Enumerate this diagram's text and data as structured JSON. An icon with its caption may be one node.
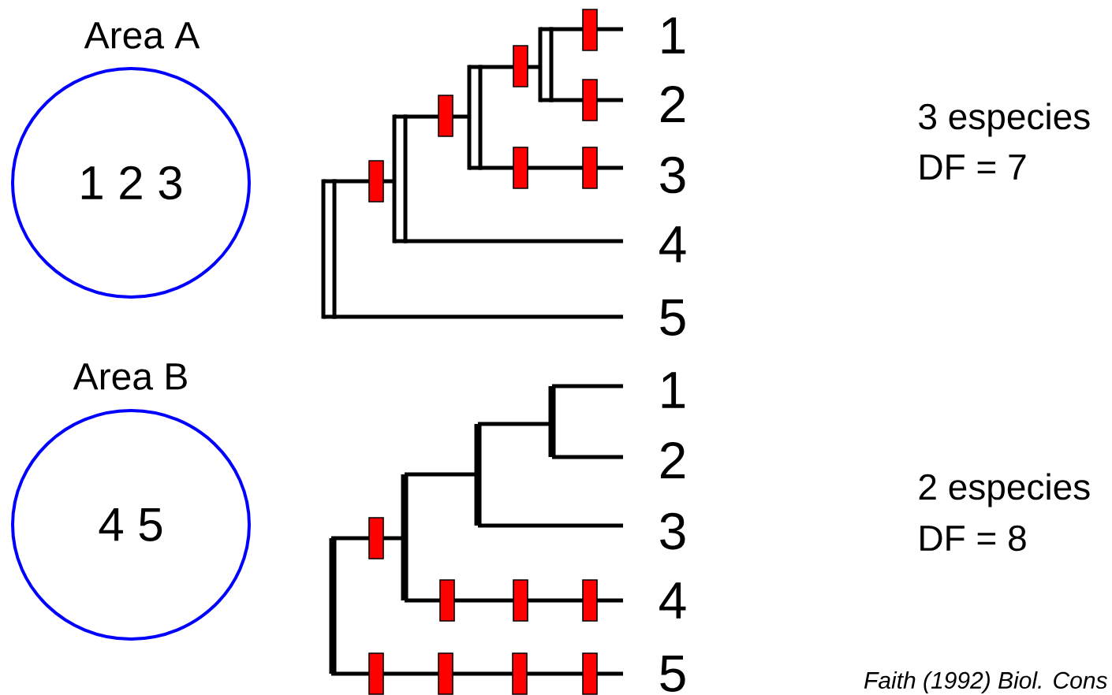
{
  "diagram": {
    "nodes": [
      {
        "text": [
          "Area A",
          "1 2 3"
        ]
      },
      {
        "text": [
          "Area B",
          "4 5"
        ]
      }
    ],
    "labels": [
      "1",
      "2",
      "3",
      "4",
      "5",
      "3 especies",
      "DF = 7",
      "1",
      "2",
      "3",
      "4",
      "5",
      "2 especies",
      "DF = 8",
      "Faith (1992) Biol. Cons"
    ]
  }
}
